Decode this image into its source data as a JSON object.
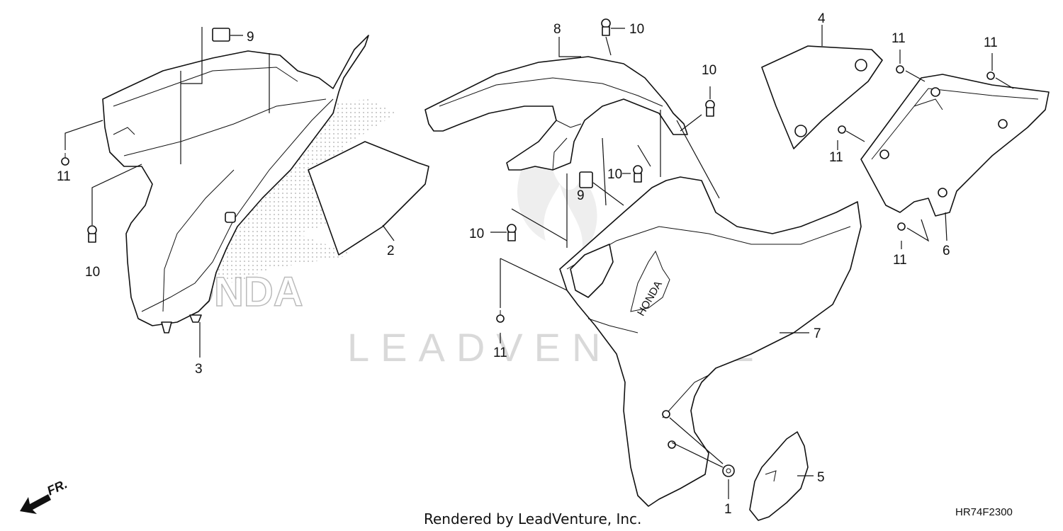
{
  "watermark": {
    "text": "LEADVENTURE"
  },
  "background_logo": {
    "text": "HONDA"
  },
  "part_logo": {
    "text": "HONDA"
  },
  "footer": {
    "rendered_by": "Rendered by LeadVenture, Inc.",
    "diagram_code": "HR74F2300"
  },
  "direction": {
    "label": "FR."
  },
  "callouts": [
    {
      "id": "c9a",
      "label": "9"
    },
    {
      "id": "c11a",
      "label": "11"
    },
    {
      "id": "c10a",
      "label": "10"
    },
    {
      "id": "c3",
      "label": "3"
    },
    {
      "id": "c2",
      "label": "2"
    },
    {
      "id": "c8",
      "label": "8"
    },
    {
      "id": "c10b",
      "label": "10"
    },
    {
      "id": "c10c",
      "label": "10"
    },
    {
      "id": "c10d",
      "label": "10"
    },
    {
      "id": "c9b",
      "label": "9"
    },
    {
      "id": "c10e",
      "label": "10"
    },
    {
      "id": "c11b",
      "label": "11"
    },
    {
      "id": "c4",
      "label": "4"
    },
    {
      "id": "c11c",
      "label": "11"
    },
    {
      "id": "c11d",
      "label": "11"
    },
    {
      "id": "c11e",
      "label": "11"
    },
    {
      "id": "c11f",
      "label": "11"
    },
    {
      "id": "c6",
      "label": "6"
    },
    {
      "id": "c7",
      "label": "7"
    },
    {
      "id": "c5",
      "label": "5"
    },
    {
      "id": "c1",
      "label": "1"
    }
  ]
}
